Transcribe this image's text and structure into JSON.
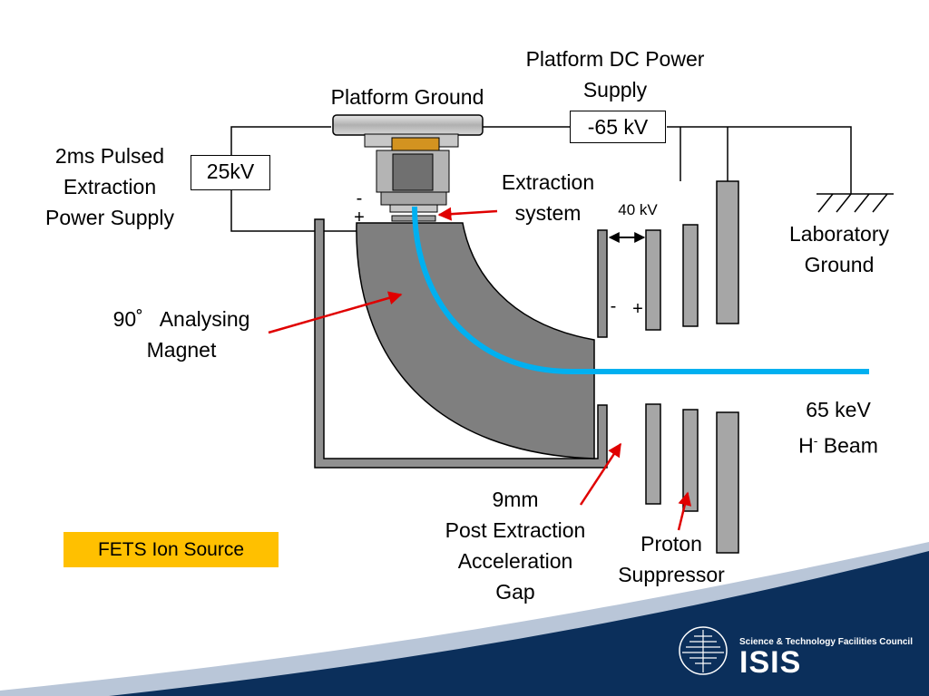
{
  "labels": {
    "platform_dc_power_supply": [
      "Platform DC Power",
      "Supply"
    ],
    "platform_ground": "Platform Ground",
    "pulsed_supply": [
      "2ms Pulsed",
      "Extraction",
      "Power Supply"
    ],
    "extraction_system": [
      "Extraction",
      "system"
    ],
    "laboratory_ground": [
      "Laboratory",
      "Ground"
    ],
    "analysing_magnet": [
      "90˚   Analysing",
      "Magnet"
    ],
    "beam_energy": "65 keV",
    "beam_species": "H",
    "beam_charge": "-",
    "beam_word": "Beam",
    "gap": [
      "9mm",
      "Post Extraction",
      "Acceleration",
      "Gap"
    ],
    "proton_suppressor": [
      "Proton",
      "Suppressor"
    ],
    "gap_voltage": "40 kV",
    "minus": "-",
    "plus": "+"
  },
  "supplies": {
    "dc_voltage": "-65 kV",
    "pulsed_voltage": "25kV"
  },
  "badge": "FETS Ion Source",
  "logo": {
    "council": "Science & Technology Facilities Council",
    "name": "ISIS"
  },
  "colors": {
    "beam": "#00b0f0",
    "magnet": "#808080",
    "arrow": "#e00000",
    "badge": "#ffc000",
    "footer": "#0b2f5b"
  }
}
